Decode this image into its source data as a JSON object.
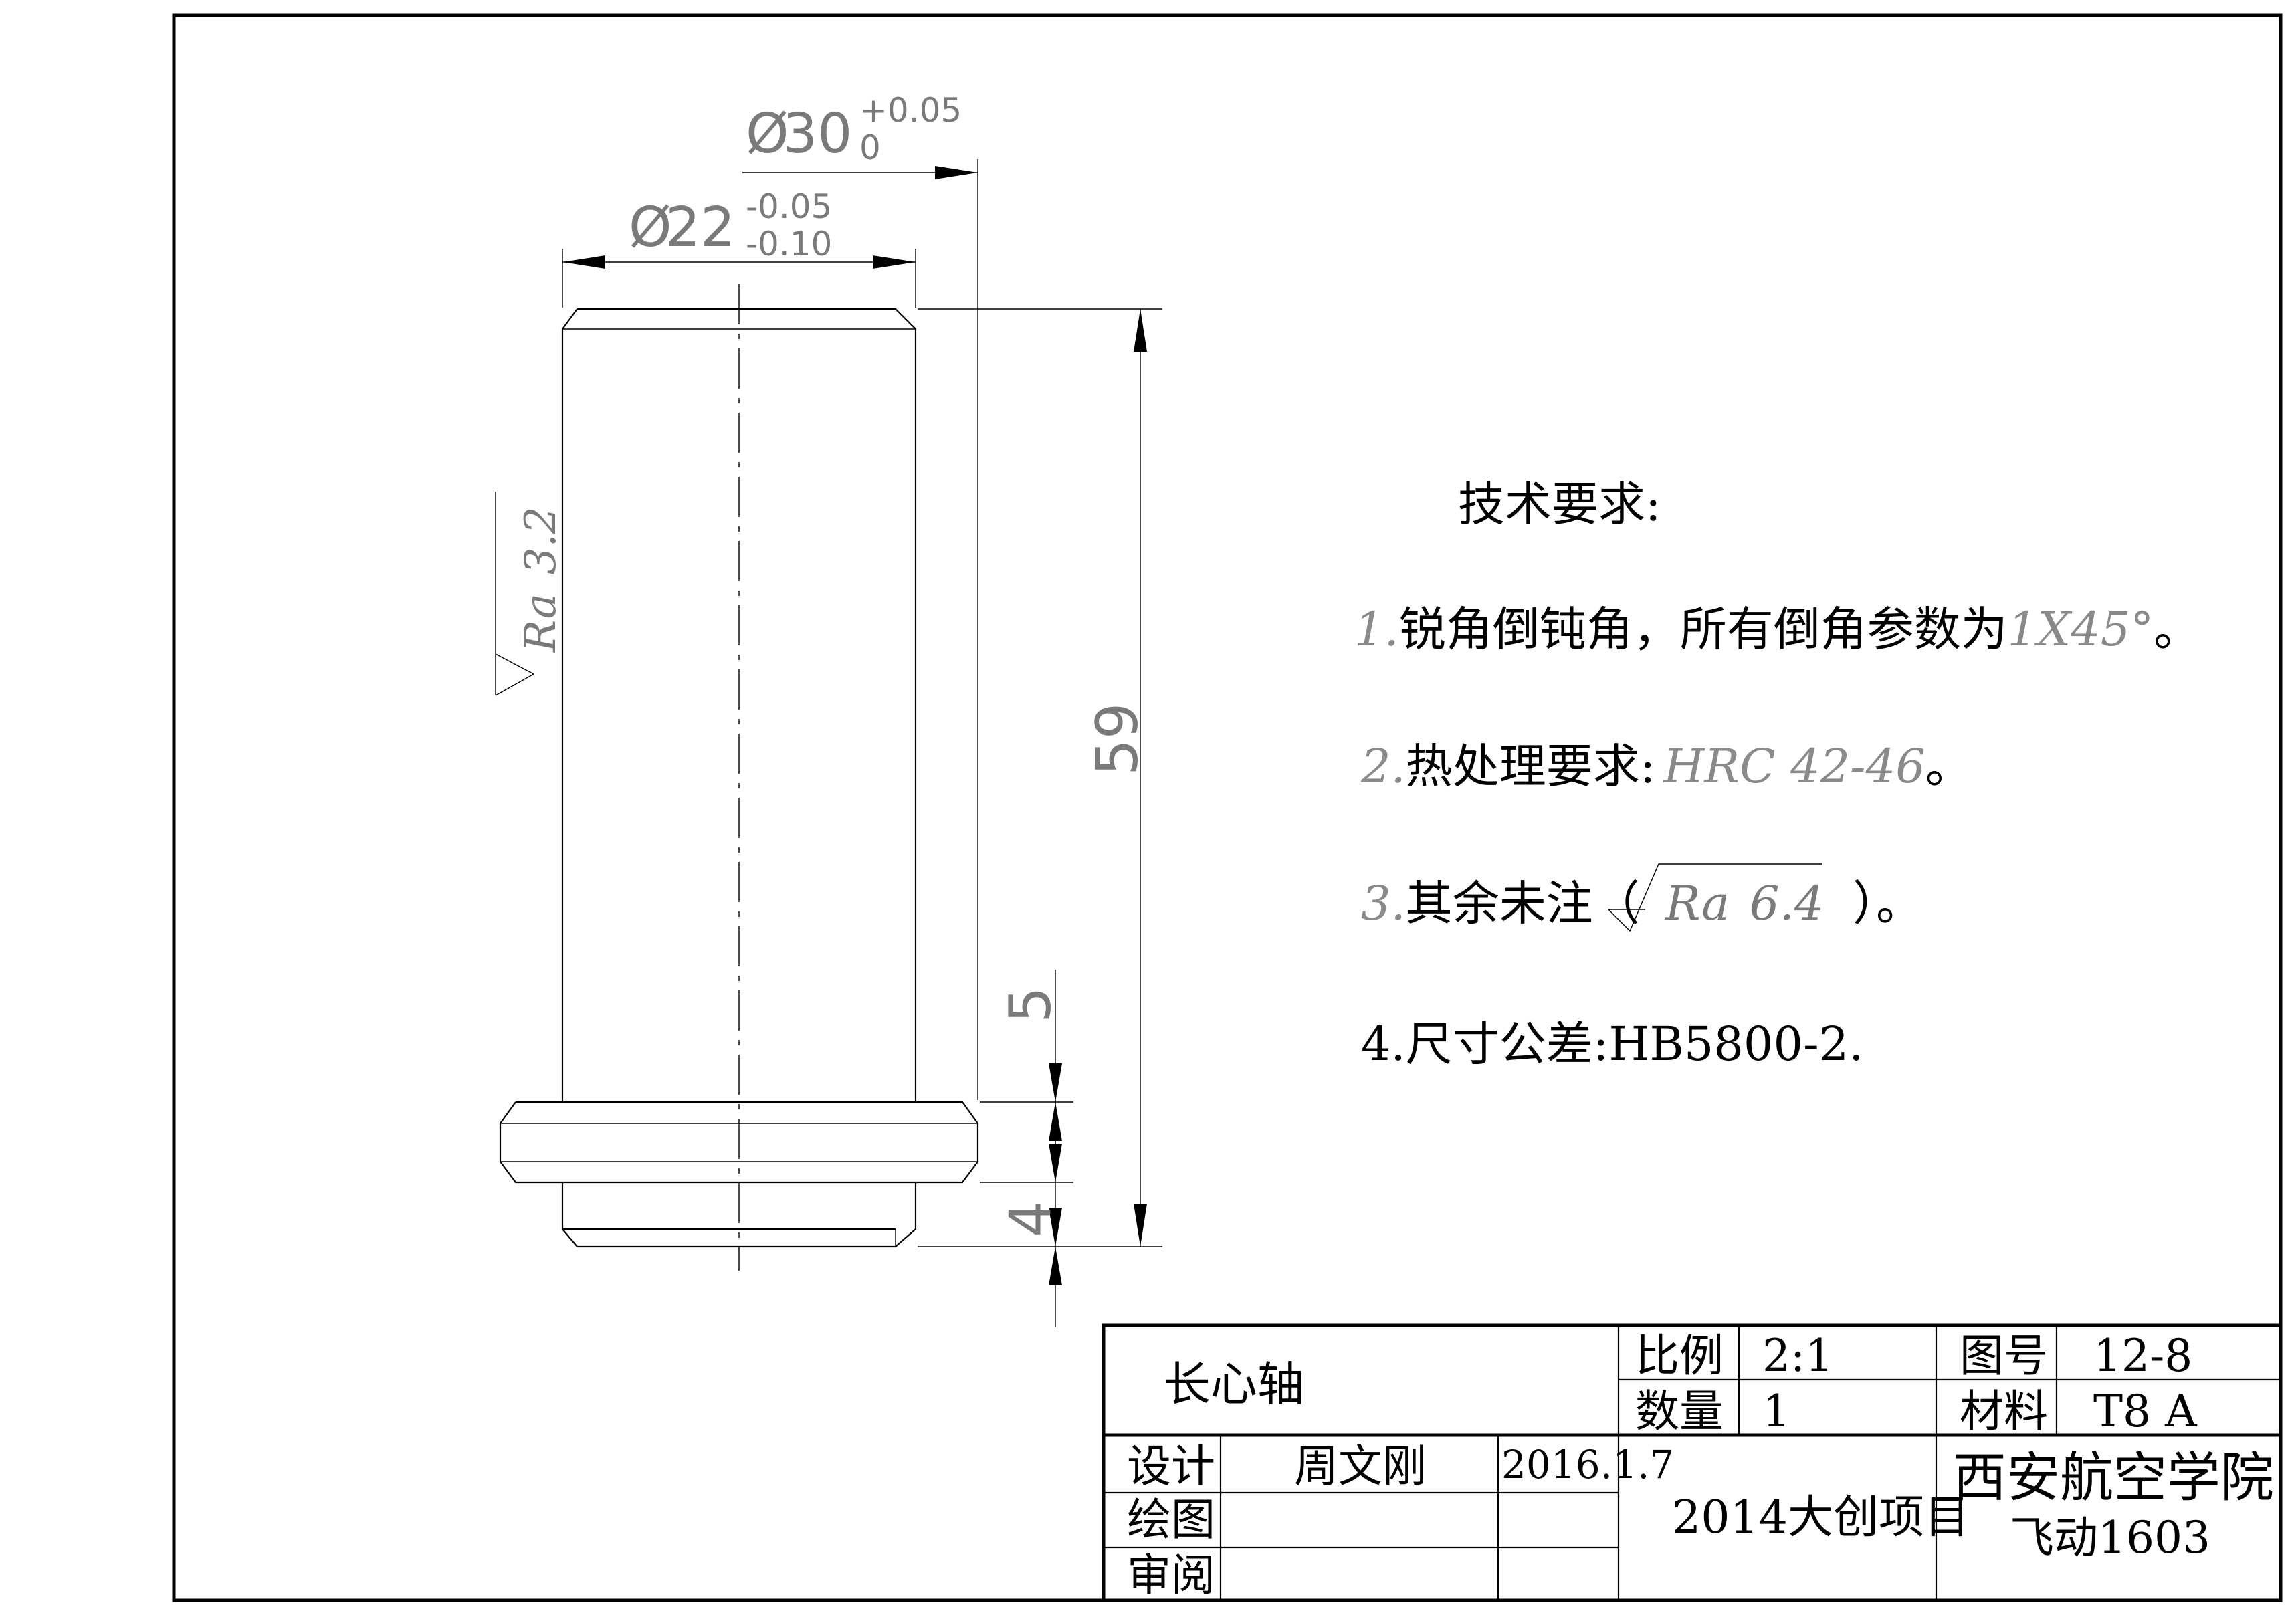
{
  "dimensions": {
    "outer_diameter": {
      "symbol": "Ø",
      "nominal": "30",
      "upper": "+0.05",
      "lower": "0"
    },
    "inner_diameter": {
      "symbol": "Ø",
      "nominal": "22",
      "upper": "-0.05",
      "lower": "-0.10"
    },
    "total_length": "59",
    "collar_offset": "5",
    "collar_thickness": "4"
  },
  "surface_roughness": {
    "prefix": "Ra",
    "value": "3.2"
  },
  "tech_requirements": {
    "title": "技术要求:",
    "item1": {
      "num": "1.",
      "text": "锐角倒钝角，所有倒角参数为",
      "spec": "1X45°",
      "end": "。"
    },
    "item2": {
      "num": "2.",
      "text": "热处理要求:",
      "spec": "HRC 42-46",
      "end": "。"
    },
    "item3": {
      "num": "3.",
      "text": "其余未注（",
      "ra_prefix": "Ra",
      "ra_value": "6.4",
      "end": "）。"
    },
    "item4": {
      "text": "4.尺寸公差:HB5800-2."
    }
  },
  "title_block": {
    "part_name": "长心轴",
    "scale_label": "比例",
    "scale_value": "2:1",
    "drawing_no_label": "图号",
    "drawing_no_value": "12-8",
    "quantity_label": "数量",
    "quantity_value": "1",
    "material_label": "材料",
    "material_value": "T8 A",
    "design_label": "设计",
    "designer": "周文刚",
    "date": "2016.1.7",
    "draw_label": "绘图",
    "review_label": "审阅",
    "project": "2014大创项目",
    "school": "西安航空学院",
    "class_name": "飞动1603"
  }
}
